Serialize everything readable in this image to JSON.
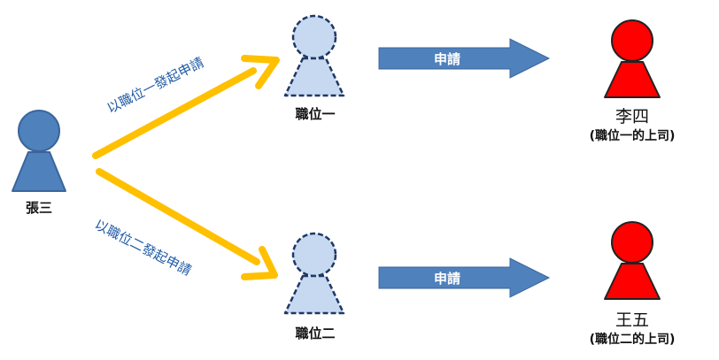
{
  "nodes": {
    "origin_person": {
      "name": "張三",
      "icon": "person-icon",
      "color": "#4f81bd",
      "style": "solid"
    },
    "position_one": {
      "name": "職位一",
      "icon": "person-outline-icon",
      "color": "#c6d9f1",
      "style": "dashed"
    },
    "position_two": {
      "name": "職位二",
      "icon": "person-outline-icon",
      "color": "#c6d9f1",
      "style": "dashed"
    },
    "supervisor_one": {
      "name": "李四",
      "role": "(職位一的上司)",
      "icon": "person-icon",
      "color": "#ff0000",
      "style": "solid"
    },
    "supervisor_two": {
      "name": "王五",
      "role": "(職位二的上司)",
      "icon": "person-icon",
      "color": "#ff0000",
      "style": "solid"
    }
  },
  "edges": {
    "to_position_one": {
      "label": "以職位一發起申請",
      "color": "#ffc000"
    },
    "to_position_two": {
      "label": "以職位二發起申請",
      "color": "#ffc000"
    },
    "apply_one": {
      "label": "申請",
      "color": "#4f81bd"
    },
    "apply_two": {
      "label": "申請",
      "color": "#4f81bd"
    }
  }
}
